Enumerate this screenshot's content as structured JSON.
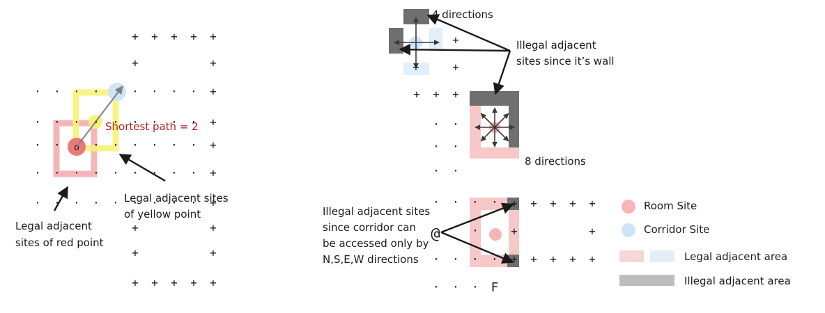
{
  "colors": {
    "room": "#f4b6b6",
    "room_dot": "#e97a7a",
    "yellow": "#f7f27a",
    "corridor": "#cfe4f7",
    "corridor_area": "#e2eff9",
    "wall": "#6f6f6f",
    "legend_wall": "#bdbdbd",
    "arrow": "#808080",
    "path_text": "#b02020",
    "ink": "#1a1a1a"
  },
  "glyphs": {
    "plus": "+",
    "dot": "·",
    "at": "@",
    "room_char": "o"
  },
  "left_panel": {
    "shortest_path": "Shortest path = 2",
    "red_caption": [
      "Legal adjacent",
      "sites of red point"
    ],
    "yellow_caption": [
      "Legal adjacent sites",
      "of yellow point"
    ]
  },
  "right_panel": {
    "four_directions": "4 directions",
    "wall_caption": [
      "Illegal adjacent",
      "sites since it’s wall"
    ],
    "eight_directions": "8 directions",
    "corridor_caption": [
      "Illegal adjacent sites",
      "since corridor can",
      "be accessed only by",
      "N,S,E,W directions"
    ],
    "f_label": "F"
  },
  "legend": {
    "room_site": "Room Site",
    "corridor_site": "Corridor Site",
    "legal_area": "Legal adjacent area",
    "illegal_area": "Illegal adjacent area"
  }
}
